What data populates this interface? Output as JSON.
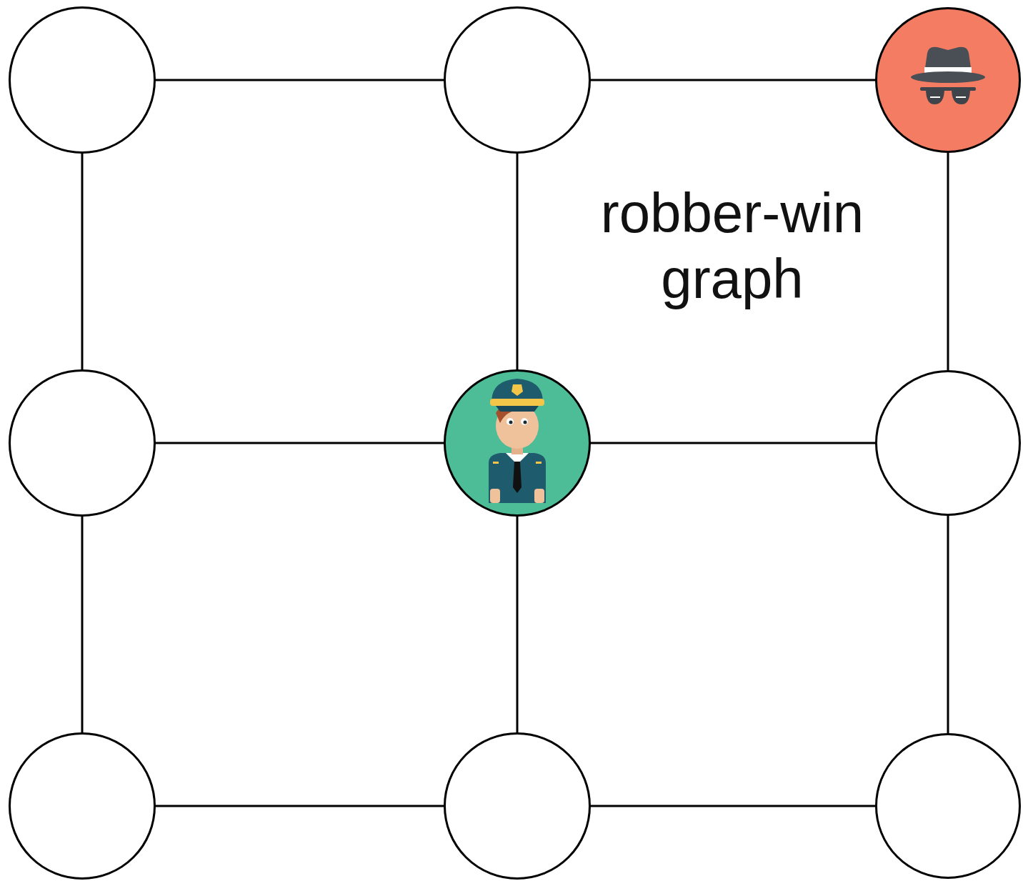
{
  "diagram": {
    "nodes": [
      {
        "text": []
      },
      {
        "text": []
      },
      {
        "text": []
      },
      {
        "text": []
      },
      {
        "text": []
      },
      {
        "text": []
      },
      {
        "text": []
      },
      {
        "text": []
      },
      {
        "text": []
      }
    ],
    "edges": [
      {
        "from": 0,
        "to": 1,
        "arrow": "none"
      },
      {
        "from": 1,
        "to": 2,
        "arrow": "none"
      },
      {
        "from": 0,
        "to": 3,
        "arrow": "none"
      },
      {
        "from": 1,
        "to": 4,
        "arrow": "none"
      },
      {
        "from": 2,
        "to": 5,
        "arrow": "none"
      },
      {
        "from": 3,
        "to": 4,
        "arrow": "none"
      },
      {
        "from": 4,
        "to": 5,
        "arrow": "none"
      },
      {
        "from": 3,
        "to": 6,
        "arrow": "none"
      },
      {
        "from": 4,
        "to": 7,
        "arrow": "none"
      },
      {
        "from": 5,
        "to": 8,
        "arrow": "none"
      },
      {
        "from": 6,
        "to": 7,
        "arrow": "none"
      },
      {
        "from": 7,
        "to": 8,
        "arrow": "none"
      }
    ],
    "labels": [
      "robber-win graph"
    ]
  }
}
